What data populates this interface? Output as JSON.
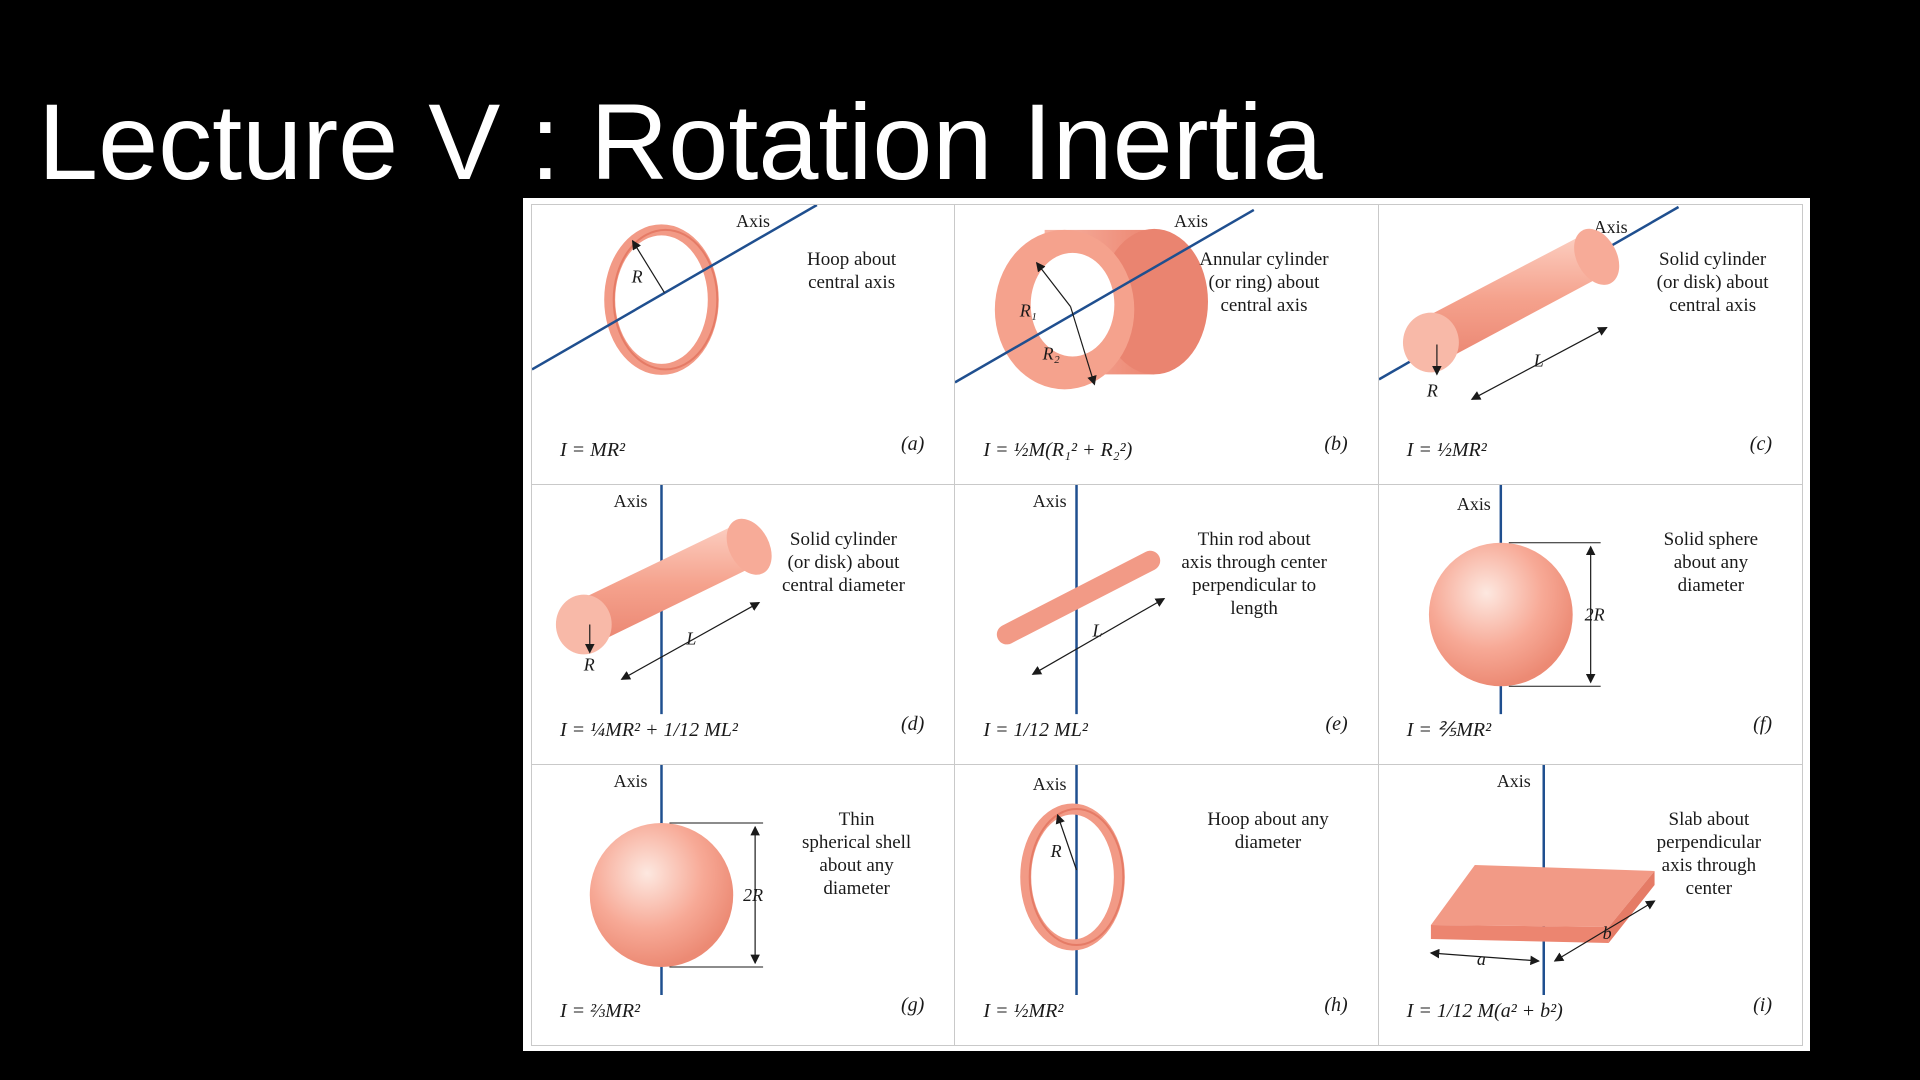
{
  "slide": {
    "title": "Lecture V : Rotation Inertia"
  },
  "figure": {
    "axis_label": "Axis",
    "cells": [
      {
        "letter": "(a)",
        "description": "Hoop about\ncentral axis",
        "formula": "I = MR²",
        "labels": [
          "R"
        ]
      },
      {
        "letter": "(b)",
        "description": "Annular cylinder\n(or ring) about\ncentral axis",
        "formula": "I = ½M(R₁² + R₂²)",
        "labels": [
          "R₁",
          "R₂"
        ]
      },
      {
        "letter": "(c)",
        "description": "Solid cylinder\n(or disk) about\ncentral axis",
        "formula": "I = ½MR²",
        "labels": [
          "R",
          "L"
        ]
      },
      {
        "letter": "(d)",
        "description": "Solid cylinder\n(or disk) about\ncentral diameter",
        "formula": "I = ¼MR² + 1/12 ML²",
        "labels": [
          "R",
          "L"
        ]
      },
      {
        "letter": "(e)",
        "description": "Thin rod about\naxis through center\nperpendicular to\nlength",
        "formula": "I = 1/12 ML²",
        "labels": [
          "L"
        ]
      },
      {
        "letter": "(f)",
        "description": "Solid sphere\nabout any\ndiameter",
        "formula": "I = ⅖MR²",
        "labels": [
          "2R"
        ]
      },
      {
        "letter": "(g)",
        "description": "Thin\nspherical shell\nabout any\ndiameter",
        "formula": "I = ⅔MR²",
        "labels": [
          "2R"
        ]
      },
      {
        "letter": "(h)",
        "description": "Hoop about any\ndiameter",
        "formula": "I = ½MR²",
        "labels": [
          "R"
        ]
      },
      {
        "letter": "(i)",
        "description": "Slab about\nperpendicular\naxis through\ncenter",
        "formula": "I = 1/12 M(a² + b²)",
        "labels": [
          "a",
          "b"
        ]
      }
    ]
  },
  "colors": {
    "background": "#000000",
    "title": "#ffffff",
    "object_fill": "#f29a86",
    "axis_line": "#1f4f8f"
  }
}
